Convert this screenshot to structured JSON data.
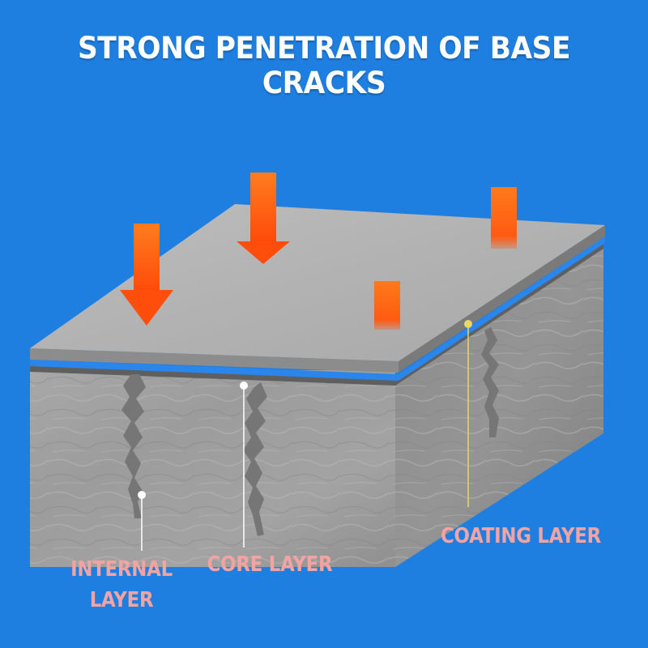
{
  "title": "STRONG PENETRATION OF BASE CRACKS",
  "labels": {
    "internal_line1": "INTERNAL",
    "internal_line2": "LAYER",
    "core": "CORE LAYER",
    "coating": "COATING LAYER"
  },
  "colors": {
    "background": "#1f7fe0",
    "title_text": "#ffffff",
    "label_text": "#f4a3a3",
    "arrow": "#ff6a14",
    "coating_dot": "#e8d768",
    "plate": "#b3b3b3",
    "stone": "#9a9a9a",
    "crack": "#7a7a7a"
  }
}
